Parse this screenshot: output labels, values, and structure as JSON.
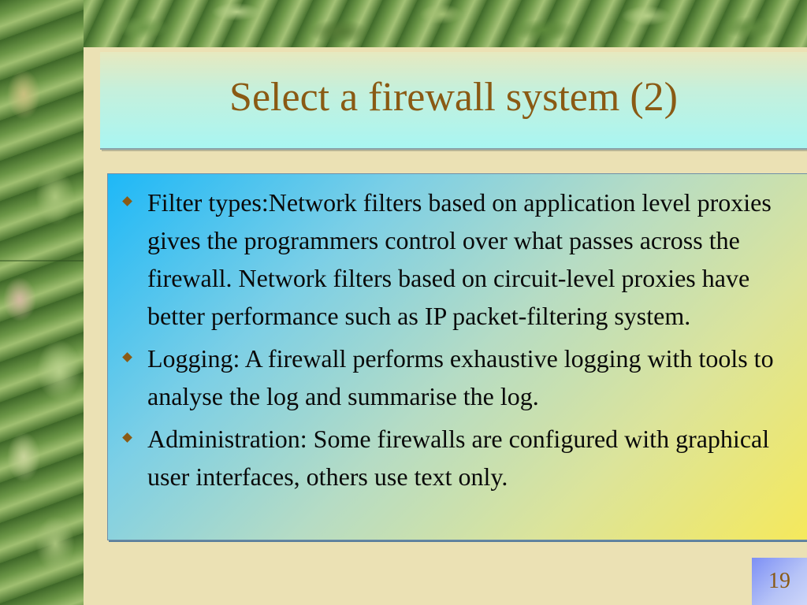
{
  "slide": {
    "title": "Select a firewall system (2)",
    "bullets": [
      "Filter types:Network filters based on application level proxies gives the programmers control over what passes across the firewall. Network filters based on circuit-level proxies have better performance such as IP packet-filtering system.",
      "Logging: A firewall performs exhaustive logging with tools to analyse the log and summarise the log.",
      "Administration: Some firewalls are configured with graphical user interfaces, others use text only."
    ],
    "page_number": "19"
  },
  "colors": {
    "title_text": "#8a5a14",
    "bullet_marker": "#8a5a14",
    "body_text": "#0a0a0a",
    "background": "#ebe1b4"
  },
  "icons": {
    "bullet": "diamond-bullet-icon"
  }
}
